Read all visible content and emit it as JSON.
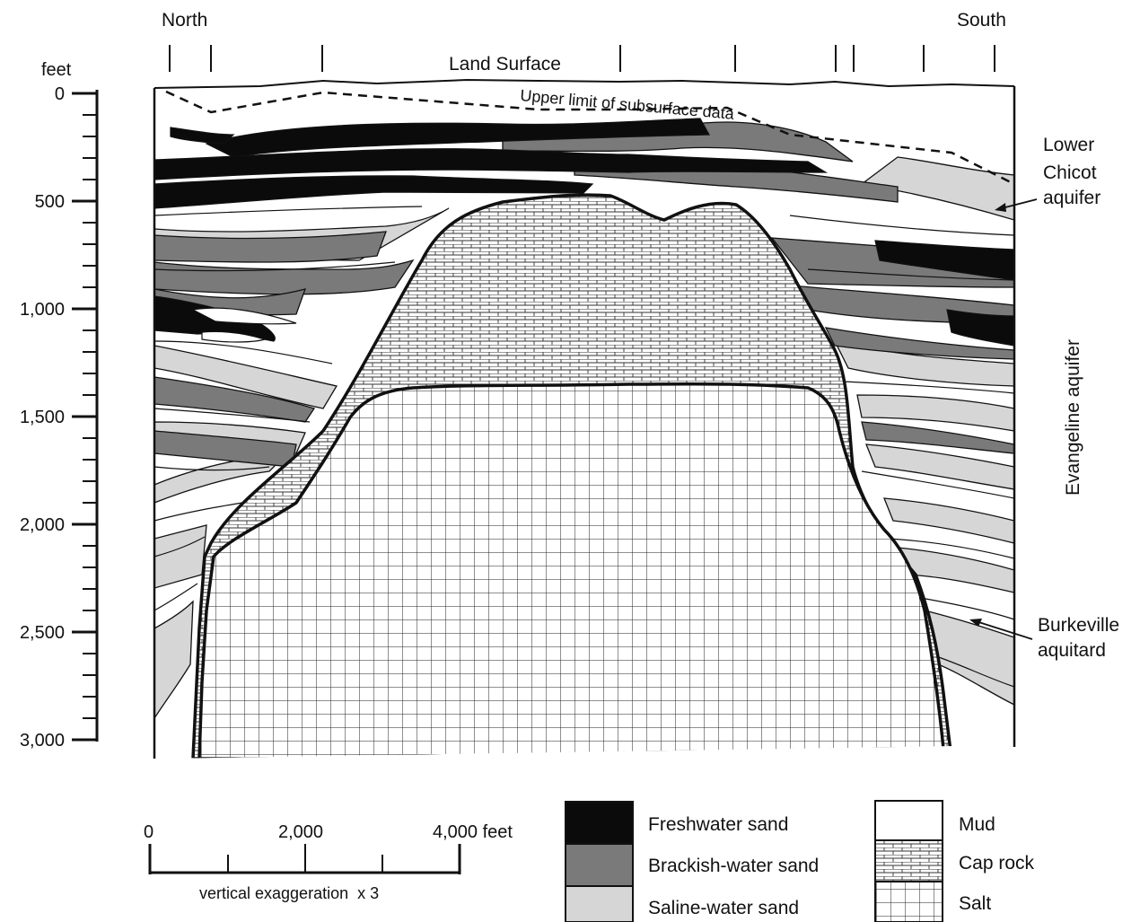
{
  "direction": {
    "left": "North",
    "right": "South"
  },
  "land_surface_label": "Land Surface",
  "subsurface_label": "Upper limit of subsurface data",
  "depth_axis": {
    "unit": "feet",
    "ticks": [
      "0",
      "500",
      "1,000",
      "1,500",
      "2,000",
      "2,500",
      "3,000"
    ]
  },
  "annotations": {
    "lower_chicot": [
      "Lower",
      "Chicot",
      "aquifer"
    ],
    "evangeline": "Evangeline aquifer",
    "burkeville": [
      "Burkeville",
      "aquitard"
    ]
  },
  "scale_bar": {
    "labels": [
      "0",
      "2,000",
      "4,000 feet"
    ],
    "note": "vertical exaggeration  x 3"
  },
  "legend": [
    {
      "label": "Freshwater sand",
      "pattern": "fresh",
      "color": "#0b0b0b"
    },
    {
      "label": "Brackish-water sand",
      "pattern": "brackish",
      "color": "#7a7a7a"
    },
    {
      "label": "Saline-water sand",
      "pattern": "saline",
      "color": "#d6d6d6"
    },
    {
      "label": "Mud",
      "pattern": "mud",
      "color": "#ffffff"
    },
    {
      "label": "Cap rock",
      "pattern": "caprock",
      "color": "#ffffff"
    },
    {
      "label": "Salt",
      "pattern": "salt",
      "color": "#ffffff"
    }
  ]
}
